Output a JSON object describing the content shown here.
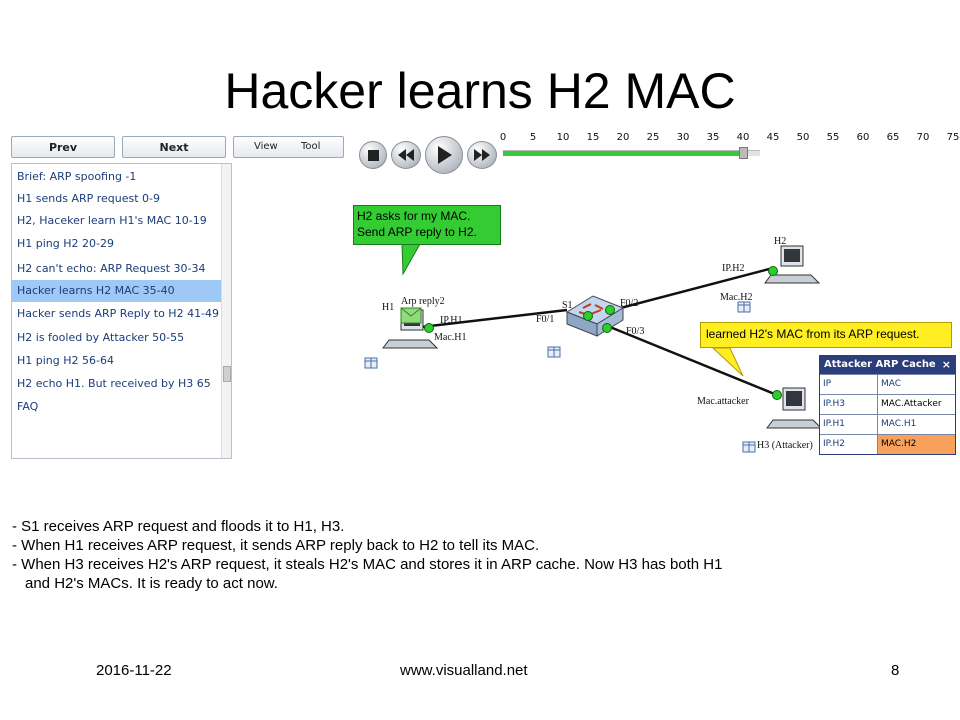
{
  "slide": {
    "title": "Hacker learns H2 MAC",
    "footer_date": "2016-11-22",
    "footer_url": "www.visualland.net",
    "page_number": "8"
  },
  "toolbar": {
    "prev": "Prev",
    "next": "Next",
    "view": "View",
    "tool": "Tool"
  },
  "scene_list": {
    "items": [
      "Brief: ARP spoofing -1",
      "H1 sends ARP request 0-9",
      "H2, Haceker learn H1's MAC 10-19",
      "H1 ping H2 20-29",
      "H2 can't echo: ARP Request 30-34",
      "Hacker learns H2 MAC 35-40",
      "Hacker sends ARP Reply to H2 41-49",
      "H2 is fooled by Attacker 50-55",
      "H1 ping H2 56-64",
      "H2 echo H1.  But received by H3 65",
      "FAQ"
    ],
    "selected_index": 5
  },
  "timeline": {
    "ticks": [
      "0",
      "5",
      "10",
      "15",
      "20",
      "25",
      "30",
      "35",
      "40",
      "45",
      "50",
      "55",
      "60",
      "65",
      "70",
      "75"
    ],
    "current": 40,
    "max": 75
  },
  "network": {
    "bubble_h2": "H2 asks for my MAC. Send ARP reply to H2.",
    "bubble_h3": "learned H2's MAC from its ARP request.",
    "h1_label": "H1",
    "packet_label": "Arp reply2",
    "ip_h1": "IP.H1",
    "mac_h1": "Mac.H1",
    "s1_label": "S1",
    "port_f01": "F0/1",
    "port_f02": "F0/2",
    "port_f03": "F0/3",
    "h2_label": "H2",
    "ip_h2": "IP.H2",
    "mac_h2": "Mac.H2",
    "mac_attacker": "Mac.attacker",
    "h3_label": "H3 (Attacker)"
  },
  "arp_cache": {
    "title": "Attacker ARP Cache",
    "close": "×",
    "header": [
      "IP",
      "MAC"
    ],
    "rows": [
      [
        "IP.H3",
        "MAC.Attacker"
      ],
      [
        "IP.H1",
        "MAC.H1"
      ],
      [
        "IP.H2",
        "MAC.H2"
      ]
    ]
  },
  "notes": [
    "- S1 receives ARP request and floods it to H1, H3.",
    "- When H1 receives ARP request, it sends ARP reply back to H2 to tell its MAC.",
    "- When H3 receives H2's ARP request, it steals H2's MAC and stores it in ARP cache. Now H3 has both H1",
    "and H2's MACs. It is ready to act now."
  ],
  "colors": {
    "selected_row": "#9ec9f7",
    "timeline_fill": "#37c93a",
    "bubble_green": "#33cc33",
    "bubble_yellow": "#ffee22",
    "arp_header": "#2b3d7a",
    "arp_highlight": "#f7a15c"
  }
}
